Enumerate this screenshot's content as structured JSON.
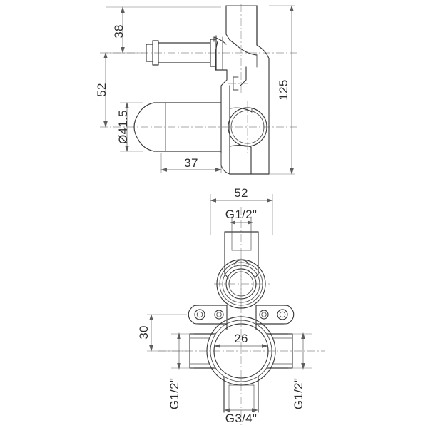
{
  "document": {
    "type": "technical-drawing",
    "title": "Concealed Shower Mixer Valve Body Dimensions",
    "units": "mm",
    "background_color": "#ffffff",
    "line_color": "#3a3a3a",
    "dimension_color": "#5d5d5d",
    "center_line_color": "#8d8d8d"
  },
  "views": {
    "side_view": {
      "name": "side-elevation-view",
      "dimensions": {
        "height_38": {
          "label": "38",
          "value": 38,
          "orientation": "vertical",
          "position": "left"
        },
        "height_52": {
          "label": "52",
          "value": 52,
          "orientation": "vertical",
          "position": "left"
        },
        "diameter_41_5": {
          "label": "Ø41.5",
          "value": 41.5,
          "orientation": "vertical",
          "position": "left"
        },
        "width_37": {
          "label": "37",
          "value": 37,
          "orientation": "horizontal",
          "position": "bottom"
        },
        "height_125": {
          "label": "125",
          "value": 125,
          "orientation": "vertical",
          "position": "right"
        }
      }
    },
    "front_view": {
      "name": "front-elevation-view",
      "dimensions": {
        "width_52": {
          "label": "52",
          "value": 52,
          "orientation": "horizontal",
          "position": "top"
        },
        "height_30": {
          "label": "30",
          "value": 30,
          "orientation": "vertical",
          "position": "left"
        },
        "bore_26": {
          "label": "26",
          "value": 26,
          "orientation": "horizontal",
          "position": "center"
        }
      },
      "port_labels": {
        "top_port": {
          "label": "G1/2\"",
          "thread": "G1/2",
          "position": "top",
          "orientation": "horizontal"
        },
        "left_port": {
          "label": "G1/2\"",
          "thread": "G1/2",
          "position": "left",
          "orientation": "vertical"
        },
        "right_port": {
          "label": "G1/2\"",
          "thread": "G1/2",
          "position": "right",
          "orientation": "vertical"
        },
        "bottom_port": {
          "label": "G3/4\"",
          "thread": "G3/4",
          "position": "bottom",
          "orientation": "horizontal"
        }
      }
    }
  },
  "labels": {
    "d38": "38",
    "d52_left": "52",
    "d41_5": "Ø41.5",
    "d37": "37",
    "d125": "125",
    "d52_top": "52",
    "g12_top": "G1/2\"",
    "d30": "30",
    "d26": "26",
    "g12_left": "G1/2\"",
    "g12_right": "G1/2\"",
    "g34_bottom": "G3/4\""
  }
}
